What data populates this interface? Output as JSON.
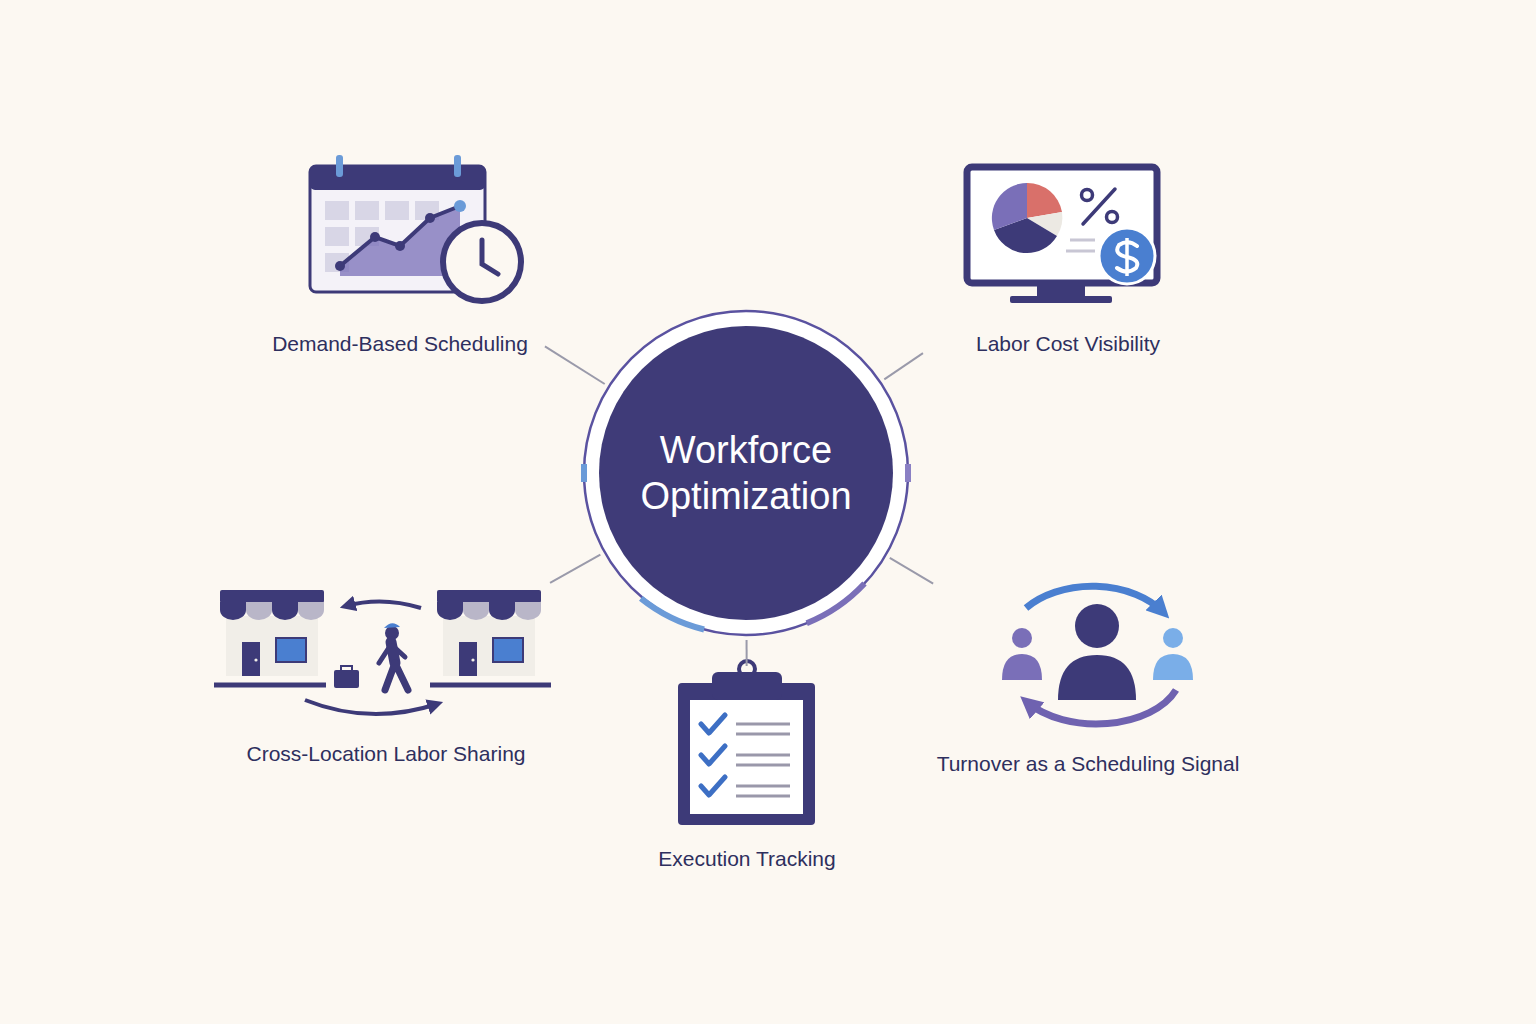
{
  "diagram": {
    "nodes": [
      {
        "text": [
          "Workforce Optimization"
        ]
      },
      {
        "text": [
          "Demand-Based Scheduling"
        ]
      },
      {
        "text": [
          "Labor Cost Visibility"
        ]
      },
      {
        "text": [
          "Cross-Location Labor Sharing"
        ]
      },
      {
        "text": [
          "Execution Tracking"
        ]
      },
      {
        "text": [
          "Turnover as a Scheduling Signal"
        ]
      }
    ],
    "edges": [
      {
        "from": 0,
        "to": 1,
        "arrow": "none"
      },
      {
        "from": 0,
        "to": 2,
        "arrow": "none"
      },
      {
        "from": 0,
        "to": 3,
        "arrow": "none"
      },
      {
        "from": 0,
        "to": 4,
        "arrow": "none"
      },
      {
        "from": 0,
        "to": 5,
        "arrow": "none"
      }
    ]
  }
}
